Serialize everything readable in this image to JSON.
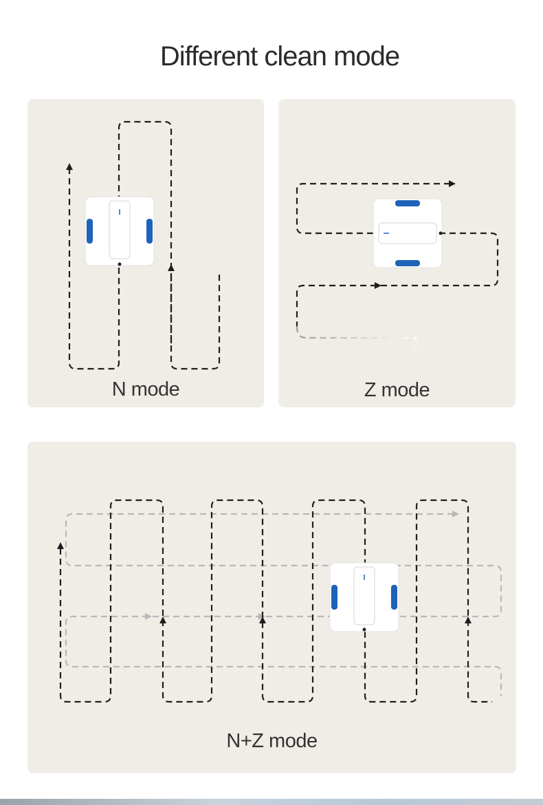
{
  "title": "Different clean mode",
  "modes": [
    {
      "id": "n",
      "label": "N mode"
    },
    {
      "id": "z",
      "label": "Z mode"
    },
    {
      "id": "nz",
      "label": "N+Z mode"
    }
  ],
  "colors": {
    "panel_bg": "#f0ede7",
    "path_dark": "#1e1e1e",
    "path_light": "#b8b8b8",
    "robot_body": "#ffffff",
    "robot_accent": "#1e63b8"
  },
  "icons": [
    "window-cleaning-robot-icon",
    "path-arrow-icon"
  ]
}
